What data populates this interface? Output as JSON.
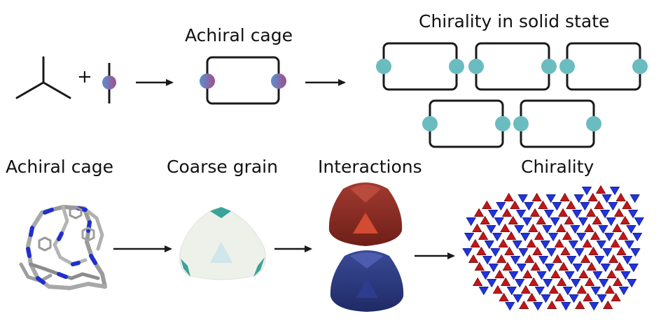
{
  "diagram": {
    "top_row": {
      "plus_sign": "+",
      "achiral_cage_title": "Achiral cage",
      "solid_state_title": "Chirality in solid state"
    },
    "bottom_row": {
      "achiral_cage_title": "Achiral cage",
      "coarse_grain_title": "Coarse grain",
      "interactions_title": "Interactions",
      "chirality_title": "Chirality"
    }
  },
  "colors": {
    "line": "#1a1a1a",
    "node_cyan": "#6bbcc0",
    "node_gradient_start": "#5b8fd0",
    "node_gradient_end": "#a0508a",
    "coarse_grain_body": "#eef0ea",
    "coarse_grain_tip": "#3aa39a",
    "interaction_red": "#8a2a22",
    "interaction_blue": "#2a3a80",
    "crystal_red": "#c0171a",
    "crystal_blue": "#2233dd"
  },
  "icons": [
    "arrow-right-icon",
    "tripod-linker-icon",
    "linear-linker-icon",
    "cage-rectangle-icon",
    "molecule-structure-icon",
    "tetrahedron-icon",
    "crystal-lattice-icon"
  ]
}
